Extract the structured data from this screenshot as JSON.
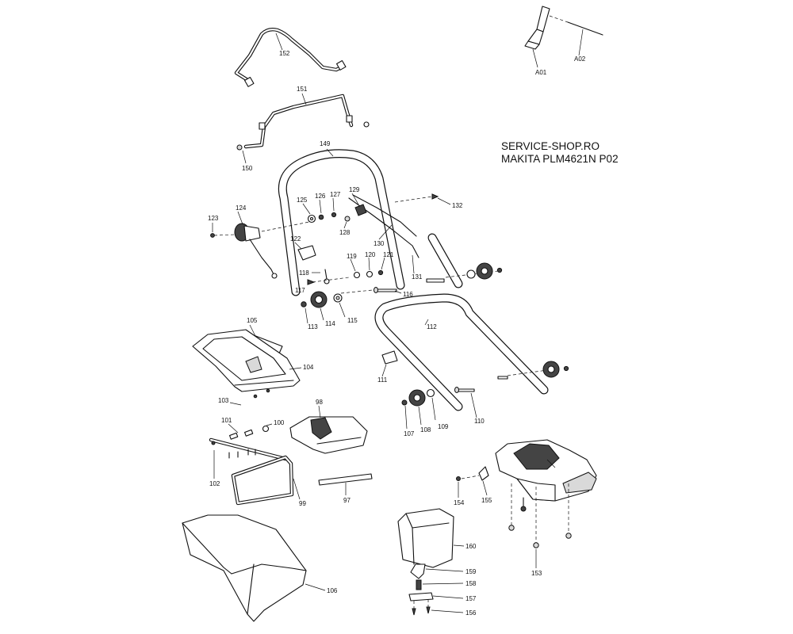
{
  "title": {
    "line1": "SERVICE-SHOP.RO",
    "line2": "MAKITA PLM4621N P02"
  },
  "parts": {
    "p152": "152",
    "a01": "A01",
    "a02": "A02",
    "p151": "151",
    "p150": "150",
    "p149": "149",
    "p132": "132",
    "p129": "129",
    "p127": "127",
    "p126": "126",
    "p125": "125",
    "p124": "124",
    "p123": "123",
    "p128": "128",
    "p130": "130",
    "p122": "122",
    "p119": "119",
    "p120": "120",
    "p121": "121",
    "p118": "118",
    "p131": "131",
    "p117": "117",
    "p116": "116",
    "p113": "113",
    "p114": "114",
    "p115": "115",
    "p112": "112",
    "p105": "105",
    "p104": "104",
    "p111": "111",
    "p103": "103",
    "p98": "98",
    "p110": "110",
    "p109": "109",
    "p108": "108",
    "p107": "107",
    "p101": "101",
    "p100": "100",
    "p102": "102",
    "p99": "99",
    "p97": "97",
    "p154": "154",
    "p155": "155",
    "p160": "160",
    "p159": "159",
    "p158": "158",
    "p153": "153",
    "p157": "157",
    "p106": "106",
    "p156": "156"
  }
}
